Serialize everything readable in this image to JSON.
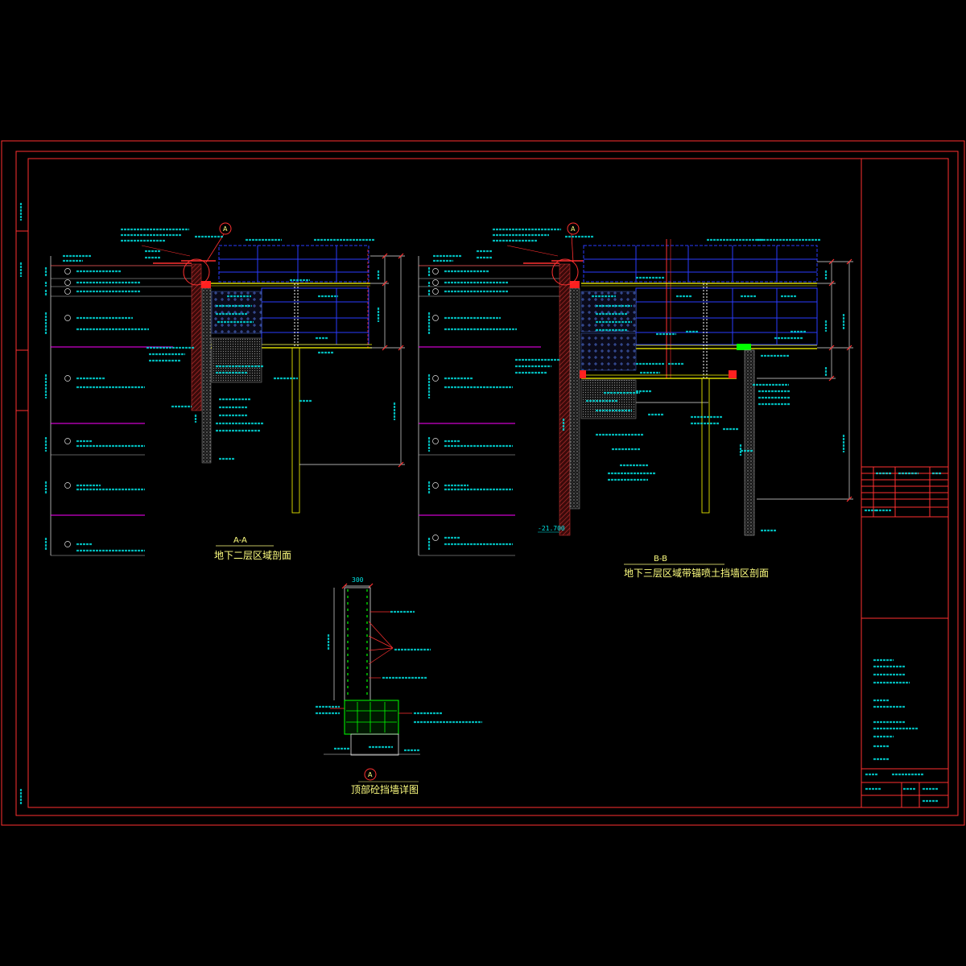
{
  "drawing": {
    "section_a": {
      "label": "A-A",
      "title": "地下二层区域剖面",
      "detail_marker": "A"
    },
    "section_b": {
      "label": "B-B",
      "title": "地下三层区域带锚喷土挡墙区剖面",
      "detail_marker": "A",
      "pile_toe_elevation": "-21.700"
    },
    "detail_a": {
      "marker": "A",
      "title": "顶部砼挡墙详图",
      "width_dimension": "300"
    }
  },
  "colors": {
    "background": "#000000",
    "frame": "#ff3030",
    "annotation": "#00e5e5",
    "title_text": "#ffff80",
    "floor_slab": "#ffff00",
    "grid_lines": "#2a3cff",
    "soil_boundary": "#ff00ff",
    "detail_rebar": "#00ff00"
  }
}
